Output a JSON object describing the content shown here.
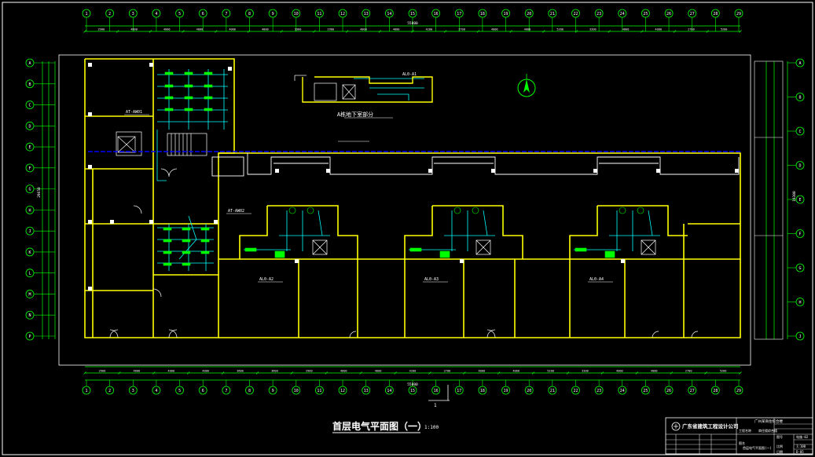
{
  "drawing": {
    "title": "首层电气平面图（一）",
    "scale": "1:100",
    "basement_note": "A栋地下室部分",
    "panel_labels": [
      "AT-AW01",
      "AT-AW02",
      "AL0-A1",
      "AL0-A2",
      "AL0-A3",
      "AL0-A4"
    ],
    "section_tag": "1"
  },
  "axes": {
    "top": [
      "1",
      "2",
      "3",
      "4",
      "5",
      "6",
      "7",
      "8",
      "9",
      "10",
      "11",
      "12",
      "13",
      "14",
      "15",
      "16",
      "17",
      "18",
      "19",
      "20",
      "21",
      "22",
      "23",
      "24",
      "25",
      "26",
      "27",
      "28",
      "29"
    ],
    "bottom": [
      "1",
      "2",
      "3",
      "4",
      "5",
      "6",
      "7",
      "8",
      "9",
      "10",
      "11",
      "12",
      "13",
      "14",
      "15",
      "16",
      "17",
      "18",
      "19",
      "20",
      "21",
      "22",
      "23",
      "24",
      "25",
      "26",
      "27",
      "28",
      "29"
    ],
    "left": [
      "A",
      "B",
      "C",
      "D",
      "E",
      "F",
      "G",
      "H",
      "J",
      "K",
      "L",
      "M",
      "N",
      "P"
    ],
    "right": [
      "A",
      "B",
      "C",
      "D",
      "E",
      "F",
      "G",
      "H",
      "J"
    ]
  },
  "dimensions": {
    "top_overall": "55800",
    "bottom_overall": "55800",
    "left_overall": "29650",
    "right_overall": "19300",
    "top_row": [
      "2900",
      "4800",
      "4000",
      "4000",
      "4000",
      "4000",
      "3300",
      "2900",
      "4000",
      "4000",
      "4200",
      "2700",
      "4000",
      "4000",
      "5200",
      "3300",
      "4000",
      "4000",
      "2700",
      "5200"
    ],
    "bottom_row": [
      "2900",
      "4800",
      "4000",
      "4000",
      "3600",
      "3600",
      "2900",
      "4000",
      "4000",
      "4200",
      "2700",
      "4000",
      "4000",
      "5200",
      "3300",
      "4000",
      "4000",
      "2700",
      "5200"
    ]
  },
  "title_block": {
    "company": "广东省建筑工程设计公司",
    "project": "广州某商住综合楼",
    "rows": [
      [
        "工程名称",
        "商住楼综合楼"
      ],
      [
        "图名",
        "首层电气平面图(一)"
      ],
      [
        "图号",
        "电施-02"
      ],
      [
        "比例",
        "1:100"
      ],
      [
        "日期",
        "D-05"
      ]
    ]
  },
  "colors": {
    "background": "#000000",
    "wall": "#ffff00",
    "dimension": "#00ff00",
    "circuit": "#00ffff",
    "trunk": "#0000ff",
    "outline": "#ffffff",
    "text": "#ffffff"
  }
}
